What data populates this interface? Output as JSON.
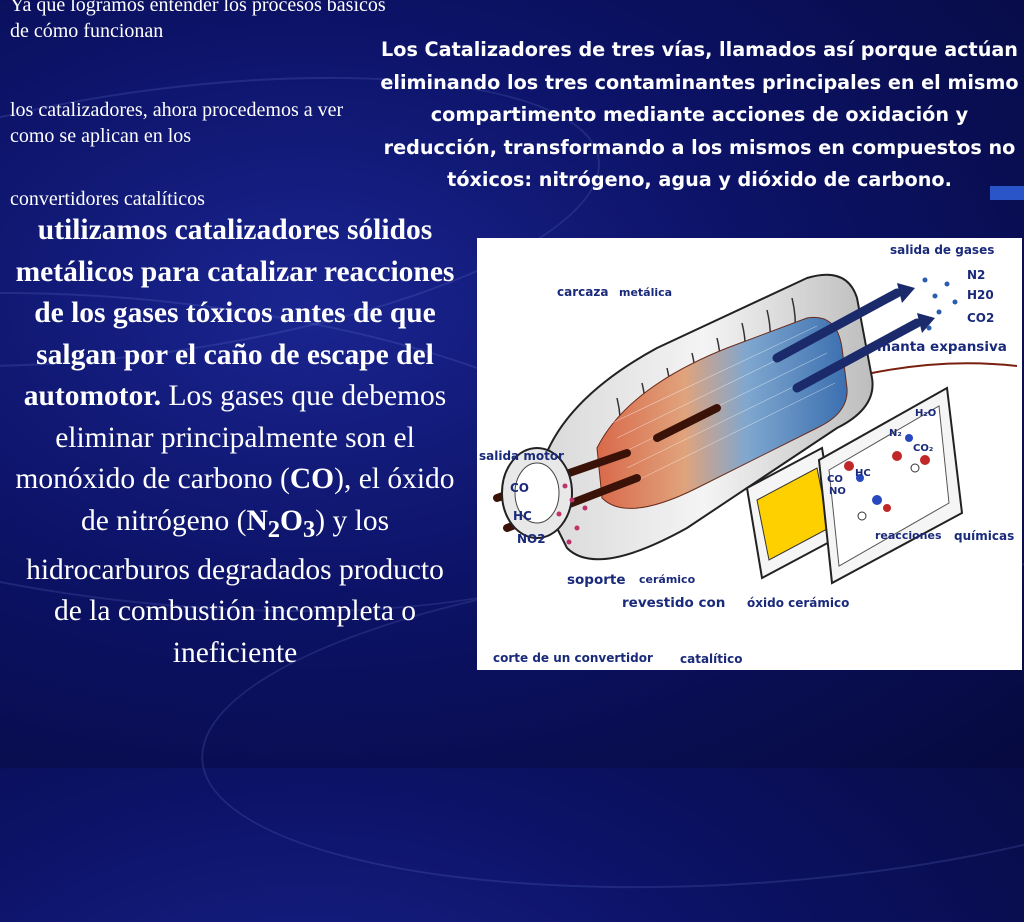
{
  "intro": {
    "line1": "Ya que logramos entender los procesos básicos de cómo funcionan",
    "line2": "los catalizadores, ahora procedemos a ver como se aplican en los",
    "line3": "convertidores catalíticos"
  },
  "main": {
    "bold_part": "utilizamos catalizadores sólidos metálicos para catalizar reacciones de los gases tóxicos antes de que salgan por el caño de escape del automotor.",
    "text_1": " Los gases que debemos eliminar principalmente son el monóxido de carbono (",
    "co": "CO",
    "text_2": "), el óxido de nitrógeno (",
    "n": "N",
    "n_sub": "2",
    "o": "O",
    "o_sub": "3",
    "text_3": ") y los hidrocarburos degradados producto de la combustión incompleta o ineficiente"
  },
  "right_text": "Los Catalizadores de tres vías, llamados así porque actúan eliminando los tres contaminantes principales en el mismo compartimento mediante acciones de oxidación y reducción, transformando a los mismos en compuestos no tóxicos: nitrógeno, agua y dióxido de carbono.",
  "diagram": {
    "salida_gases": "salida de gases",
    "n2": "N2",
    "h20": "H20",
    "co2": "CO2",
    "carcaza": "carcaza",
    "metalica": "metálica",
    "manta": "manta expansiva",
    "salida_motor": "salida motor",
    "in_co": "CO",
    "in_hc": "HC",
    "in_no2": "NO2",
    "soporte": "soporte",
    "ceramico": "cerámico",
    "revestido": "revestido con",
    "oxido_ceramico": "óxido cerámico",
    "reacciones": "reacciones",
    "quimicas": "químicas",
    "corte": "corte de un convertidor",
    "catalitico": "catalítico",
    "mol_h2o": "H₂O",
    "mol_n2": "N₂",
    "mol_co2": "CO₂",
    "mol_co": "CO",
    "mol_no": "NO",
    "mol_hc": "HC"
  },
  "colors": {
    "background": "#0c1266",
    "diagram_label": "#1a2a7a",
    "deco_square": "#2a55c8"
  }
}
